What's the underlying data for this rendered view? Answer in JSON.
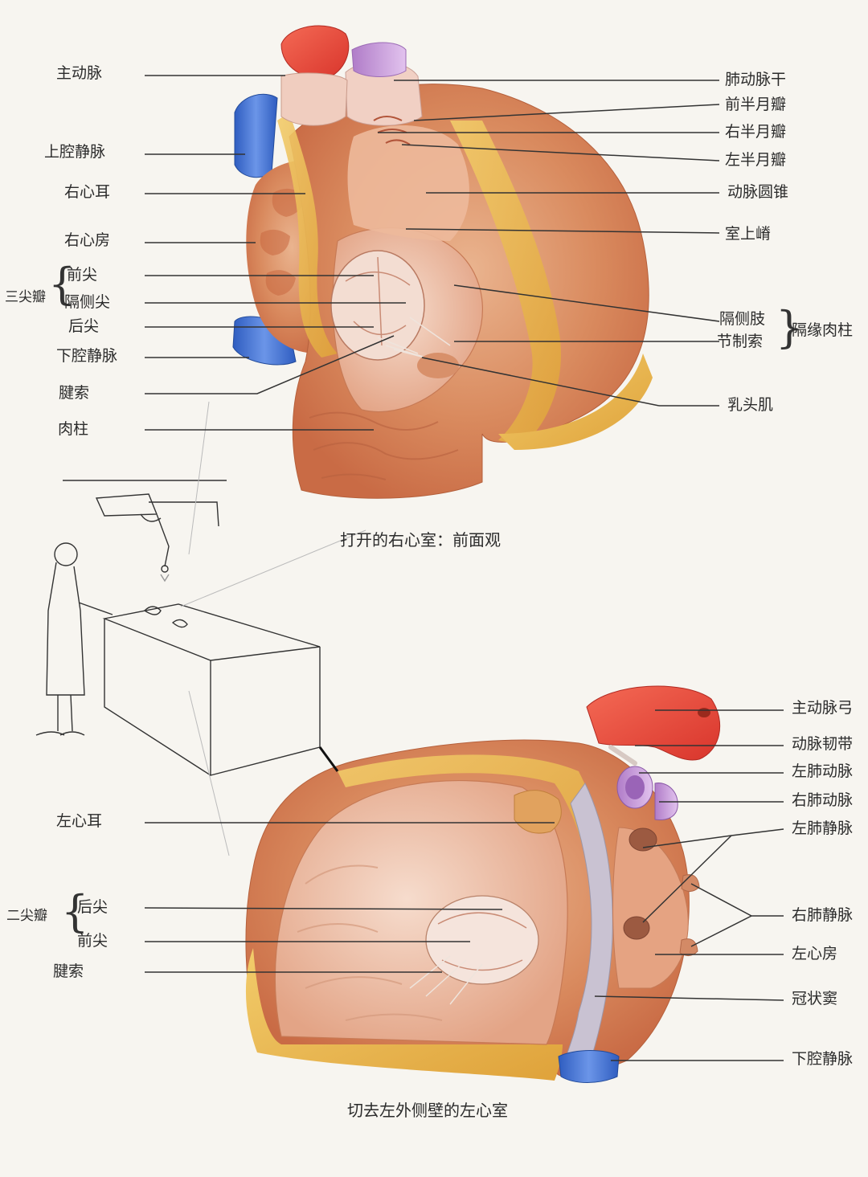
{
  "figure_top": {
    "caption": "打开的右心室：前面观",
    "labels_left": {
      "aorta": "主动脉",
      "svc": "上腔静脉",
      "right_auricle": "右心耳",
      "right_atrium": "右心房",
      "tricuspid_group": "三尖瓣",
      "anterior_cusp": "前尖",
      "septal_cusp": "隔侧尖",
      "posterior_cusp": "后尖",
      "ivc": "下腔静脉",
      "chordae": "腱索",
      "trabeculae": "肉柱"
    },
    "labels_right": {
      "pulmonary_trunk": "肺动脉干",
      "anterior_semilunar": "前半月瓣",
      "right_semilunar": "右半月瓣",
      "left_semilunar": "左半月瓣",
      "conus": "动脉圆锥",
      "supraventricular_crest": "室上嵴",
      "septal_limb": "隔侧肢",
      "moderator_band": "节制索",
      "septomarginal_trabecula": "隔缘肉柱",
      "papillary_muscle": "乳头肌"
    }
  },
  "figure_bottom": {
    "caption": "切去左外侧壁的左心室",
    "labels_left": {
      "left_auricle": "左心耳",
      "mitral_group": "二尖瓣",
      "posterior_cusp": "后尖",
      "anterior_cusp": "前尖",
      "chordae": "腱索"
    },
    "labels_right": {
      "aortic_arch": "主动脉弓",
      "ligamentum_arteriosum": "动脉韧带",
      "left_pulmonary_artery": "左肺动脉",
      "right_pulmonary_artery": "右肺动脉",
      "left_pulmonary_veins": "左肺静脉",
      "right_pulmonary_veins": "右肺静脉",
      "left_atrium": "左心房",
      "coronary_sinus": "冠状窦",
      "ivc": "下腔静脉"
    }
  },
  "colors": {
    "aorta_red": "#e8493f",
    "pulmonary_violet": "#c79ad8",
    "vein_blue": "#3d6fd0",
    "myocardium": "#d9895e",
    "fat_yellow": "#e9b545",
    "endocardium": "#f0c4ae",
    "leader_line": "#333333"
  }
}
